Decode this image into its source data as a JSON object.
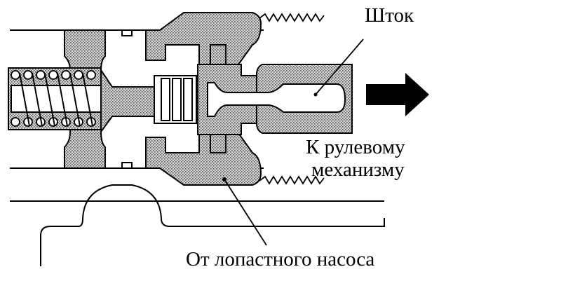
{
  "labels": {
    "rod": "Шток",
    "to_steering_gear_line1": "К рулевому",
    "to_steering_gear_line2": "механизму",
    "from_vane_pump": "От лопастного насоса"
  },
  "colors": {
    "outline": "#000000",
    "hatch_fill": "#b9b9b9",
    "background": "#ffffff"
  },
  "icons": {
    "flow_arrow": "arrow-right-icon"
  }
}
